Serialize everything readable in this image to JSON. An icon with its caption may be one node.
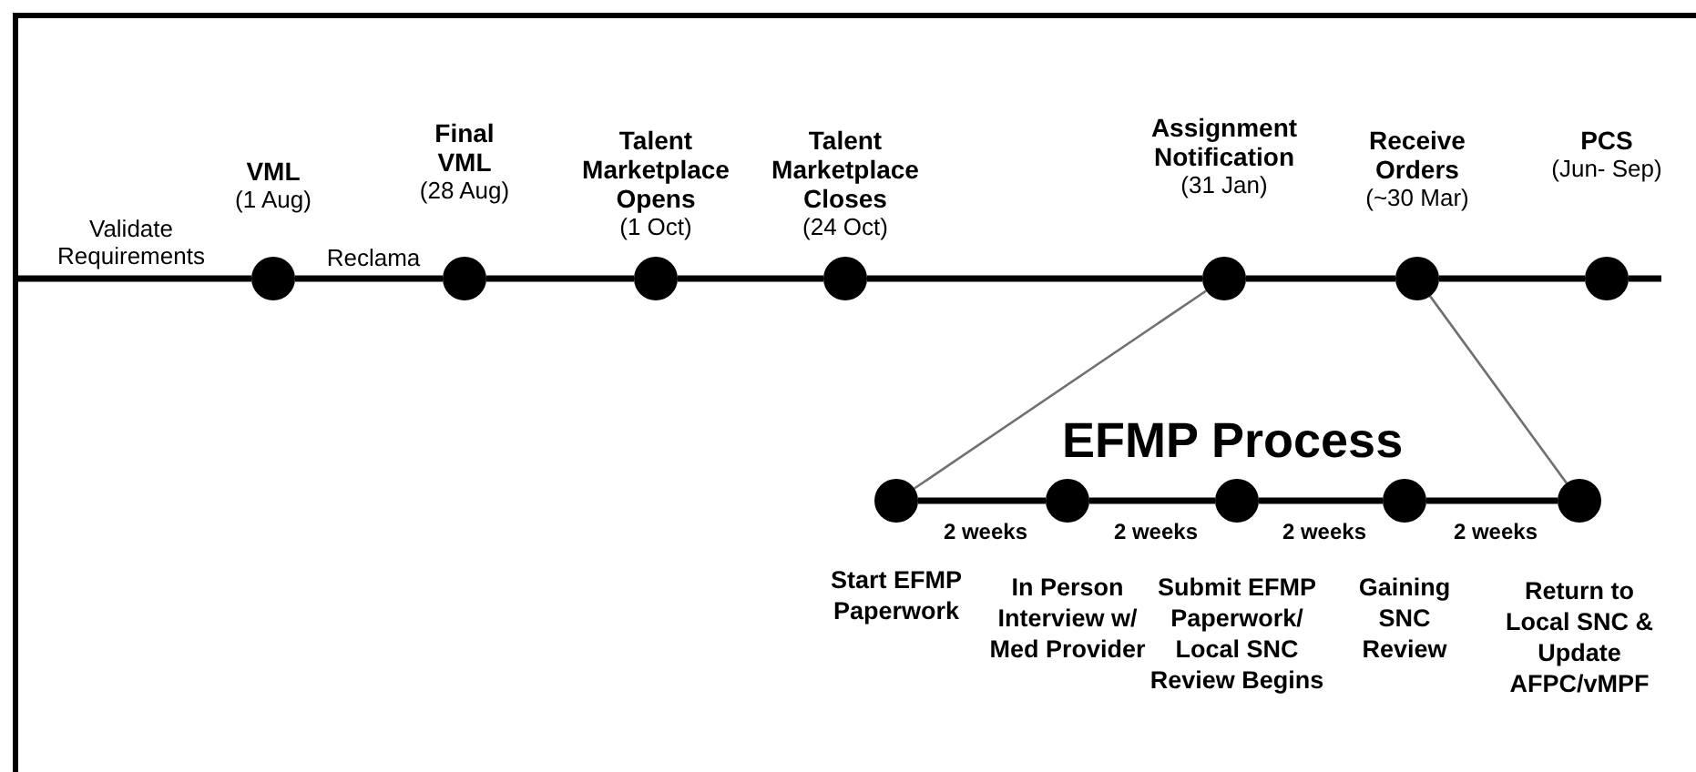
{
  "diagram": {
    "nodes": [
      {
        "text": [],
        "shape": "circle",
        "beside": [
          "VML",
          "(1 Aug)"
        ]
      },
      {
        "text": [],
        "shape": "circle",
        "beside": [
          "Final VML",
          "(28 Aug)"
        ]
      },
      {
        "text": [],
        "shape": "circle",
        "beside": [
          "Talent Marketplace Opens",
          "(1 Oct)"
        ]
      },
      {
        "text": [],
        "shape": "circle",
        "beside": [
          "Talent Marketplace Closes",
          "(24 Oct)"
        ]
      },
      {
        "text": [],
        "shape": "circle",
        "beside": [
          "Assignment Notification",
          "(31 Jan)"
        ]
      },
      {
        "text": [],
        "shape": "circle",
        "beside": [
          "Receive Orders",
          "(~30 Mar)"
        ]
      },
      {
        "text": [],
        "shape": "circle",
        "beside": [
          "PCS",
          "(Jun- Sep)"
        ]
      },
      {
        "text": [],
        "shape": "circle",
        "beside": [
          "Start EFMP Paperwork"
        ]
      },
      {
        "text": [],
        "shape": "circle",
        "beside": [
          "In Person Interview w/ Med Provider"
        ]
      },
      {
        "text": [],
        "shape": "circle",
        "beside": [
          "Submit EFMP Paperwork/ Local SNC Review Begins"
        ]
      },
      {
        "text": [],
        "shape": "circle",
        "beside": [
          "Gaining SNC Review"
        ]
      },
      {
        "text": [],
        "shape": "circle",
        "beside": [
          "Return to Local SNC & Update AFPC/vMPF"
        ]
      }
    ],
    "edges": [
      {
        "from": null,
        "to": 0,
        "arrow": "none",
        "label": "Validate Requirements"
      },
      {
        "from": 0,
        "to": 1,
        "arrow": "none",
        "label": "Reclama"
      },
      {
        "from": 1,
        "to": 2,
        "arrow": "none"
      },
      {
        "from": 2,
        "to": 3,
        "arrow": "none"
      },
      {
        "from": 3,
        "to": 4,
        "arrow": "none"
      },
      {
        "from": 4,
        "to": 5,
        "arrow": "none"
      },
      {
        "from": 5,
        "to": 6,
        "arrow": "none"
      },
      {
        "from": 6,
        "to": null,
        "arrow": "none"
      },
      {
        "from": 4,
        "to": 7,
        "arrow": "none",
        "color": "#707070"
      },
      {
        "from": 5,
        "to": 11,
        "arrow": "none",
        "color": "#707070"
      },
      {
        "from": 7,
        "to": 8,
        "arrow": "none",
        "label": "2 weeks"
      },
      {
        "from": 8,
        "to": 9,
        "arrow": "none",
        "label": "2 weeks"
      },
      {
        "from": 9,
        "to": 10,
        "arrow": "none",
        "label": "2 weeks"
      },
      {
        "from": 10,
        "to": 11,
        "arrow": "none",
        "label": "2 weeks"
      }
    ],
    "labels": [
      "EFMP Process"
    ]
  }
}
